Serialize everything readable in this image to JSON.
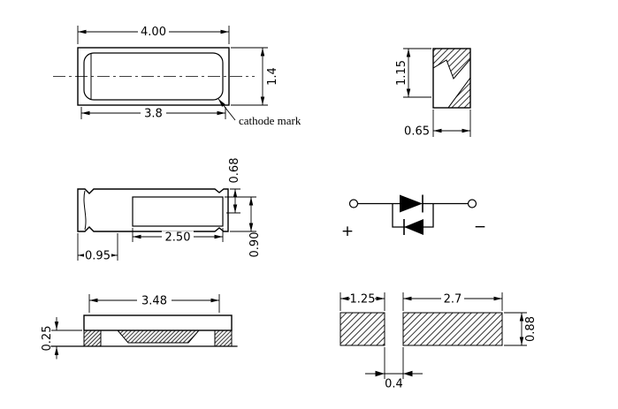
{
  "colors": {
    "ink": "#000000",
    "paper": "#ffffff"
  },
  "top_view": {
    "dim_overall_width": "4.00",
    "dim_overall_height": "1.4",
    "dim_inner_width": "3.8",
    "cathode_note": "cathode mark"
  },
  "end_view": {
    "dim_height": "1.15",
    "dim_width": "0.65"
  },
  "side_view": {
    "dim_top_recess": "0.68",
    "dim_inner_height": "0.90",
    "dim_inner_width": "2.50",
    "dim_terminal_width": "0.95"
  },
  "circuit": {
    "positive_label": "+",
    "negative_label": "−"
  },
  "front_view": {
    "dim_top_width": "3.48",
    "dim_standoff_height": "0.25"
  },
  "pad_layout": {
    "dim_left_pad_width": "1.25",
    "dim_right_pad_width": "2.7",
    "dim_pad_height": "0.88",
    "dim_pad_gap": "0.4"
  }
}
